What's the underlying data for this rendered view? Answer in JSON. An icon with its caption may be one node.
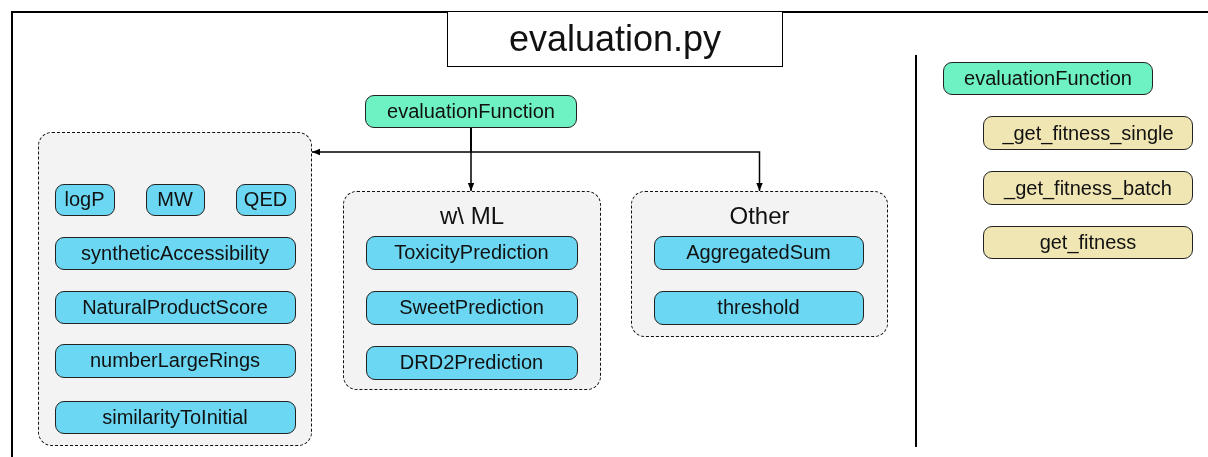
{
  "diagram": {
    "title": "evaluation.py",
    "nodes": [
      {
        "text": [
          "evaluationFunction"
        ]
      },
      {
        "text": [],
        "shape": "box"
      },
      {
        "text": [
          "logP"
        ],
        "in": 1
      },
      {
        "text": [
          "MW"
        ],
        "in": 1
      },
      {
        "text": [
          "QED"
        ],
        "in": 1
      },
      {
        "text": [
          "syntheticAccessibility"
        ],
        "in": 1
      },
      {
        "text": [
          "NaturalProductScore"
        ],
        "in": 1
      },
      {
        "text": [
          "numberLargeRings"
        ],
        "in": 1
      },
      {
        "text": [
          "similarityToInitial"
        ],
        "in": 1
      },
      {
        "text": [
          "w\\ ML"
        ]
      },
      {
        "text": [
          "ToxicityPrediction"
        ],
        "in": 9
      },
      {
        "text": [
          "SweetPrediction"
        ],
        "in": 9
      },
      {
        "text": [
          "DRD2Prediction"
        ],
        "in": 9
      },
      {
        "text": [
          "Other"
        ]
      },
      {
        "text": [
          "AggregatedSum"
        ],
        "in": 13
      },
      {
        "text": [
          "threshold"
        ],
        "in": 13
      },
      {
        "text": [
          "evaluationFunction"
        ]
      },
      {
        "text": [
          "_get_fitness_single"
        ]
      },
      {
        "text": [
          "_get_fitness_batch"
        ]
      },
      {
        "text": [
          "get_fitness"
        ]
      }
    ],
    "edges": [
      {
        "from": 0,
        "to": 1,
        "arrow": "to"
      },
      {
        "from": 0,
        "to": 9,
        "arrow": "to"
      },
      {
        "from": 0,
        "to": 13,
        "arrow": "to"
      }
    ]
  }
}
